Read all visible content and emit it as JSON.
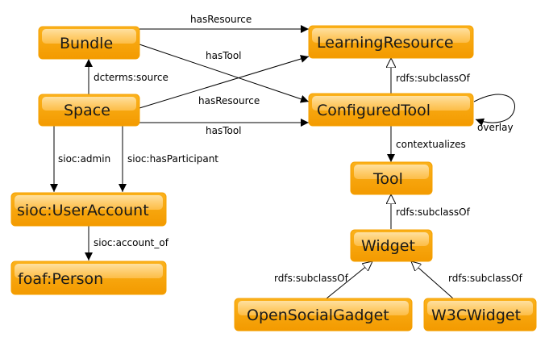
{
  "nodes": {
    "bundle": "Bundle",
    "space": "Space",
    "user_account": "sioc:UserAccount",
    "person": "foaf:Person",
    "learning_resource": "LearningResource",
    "configured_tool": "ConfiguredTool",
    "tool": "Tool",
    "widget": "Widget",
    "opensocial_gadget": "OpenSocialGadget",
    "w3c_widget": "W3CWidget"
  },
  "edges": {
    "bundle_has_resource": "hasResource",
    "bundle_has_tool": "hasTool",
    "space_source": "dcterms:source",
    "space_has_resource": "hasResource",
    "space_has_tool": "hasTool",
    "space_admin": "sioc:admin",
    "space_participant": "sioc:hasParticipant",
    "account_of": "sioc:account_of",
    "configured_subclass": "rdfs:subclassOf",
    "overlay": "overlay",
    "contextualizes": "contextualizes",
    "widget_subclass": "rdfs:subclassOf",
    "gadget_subclass": "rdfs:subclassOf",
    "w3c_subclass": "rdfs:subclassOf"
  },
  "colors": {
    "node_fill": "#f7a100",
    "node_shine": "#ffd37a",
    "edge": "#000000"
  }
}
